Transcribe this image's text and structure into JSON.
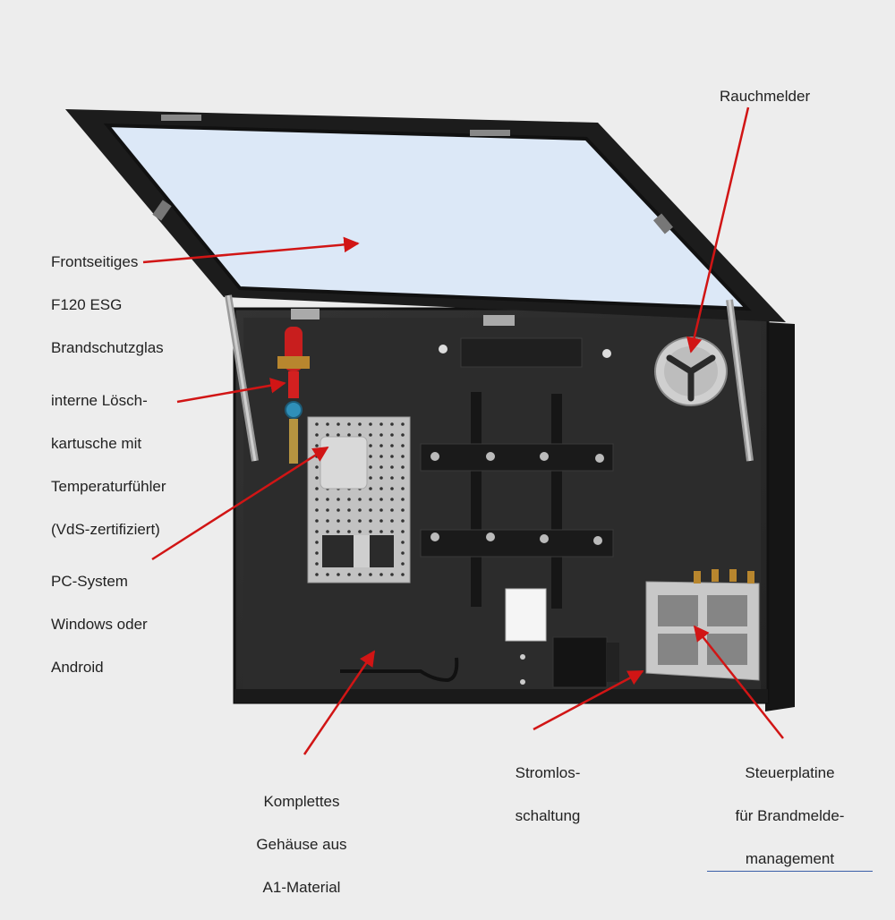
{
  "labels": {
    "smoke_detector": [
      "Rauchmelder"
    ],
    "fire_glass": [
      "Frontseitiges",
      "F120 ESG",
      "Brandschutzglas"
    ],
    "extinguisher": [
      "interne Lösch-",
      "kartusche mit",
      "Temperaturfühler",
      "(VdS-zertifiziert)"
    ],
    "pc_system": [
      "PC-System",
      "Windows oder",
      "Android"
    ],
    "housing": [
      "Komplettes",
      "Gehäuse aus",
      "A1-Material"
    ],
    "power_off": [
      "Stromlos-",
      "schaltung"
    ],
    "control_board": [
      "Steuerplatine",
      "für Brandmelde-",
      "management"
    ]
  },
  "colors": {
    "background": "#ededed",
    "cabinet": "#2a2a2a",
    "frame": "#1c1c1c",
    "glass": "#dce8f7",
    "arrow": "#d11515",
    "perforated_plate": "#bdbdbd"
  }
}
